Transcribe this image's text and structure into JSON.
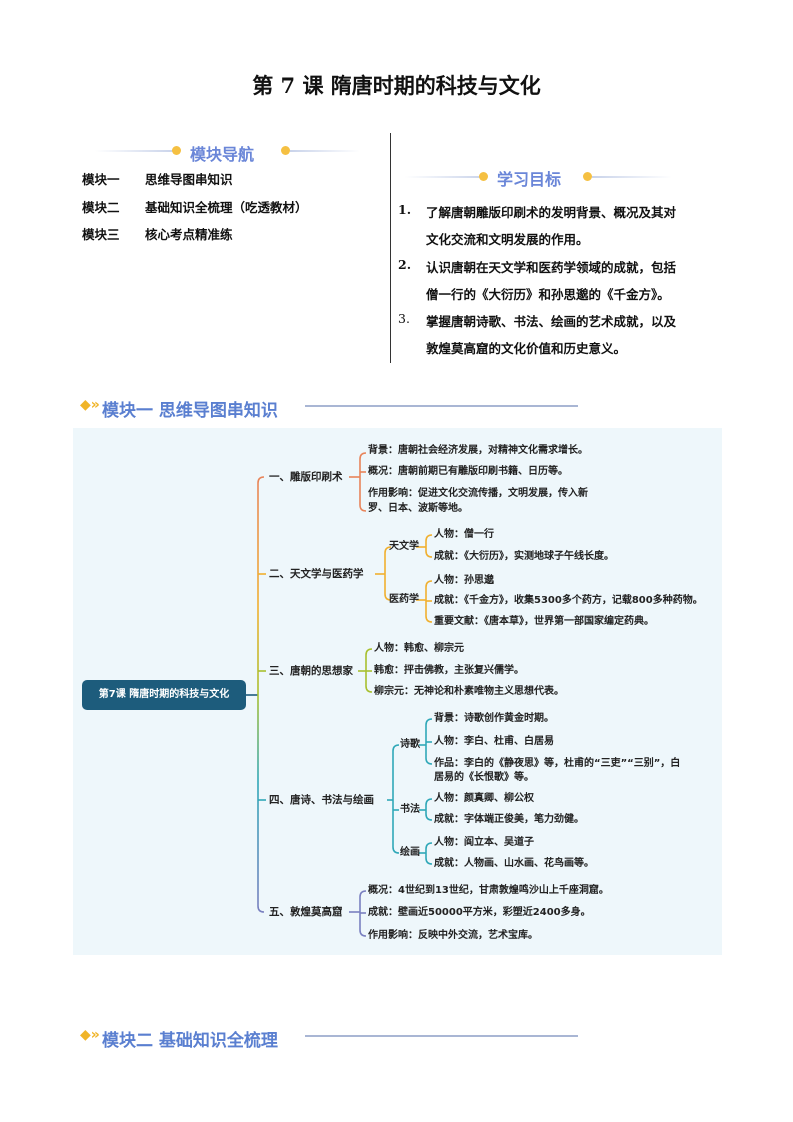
{
  "title": "第 7 课  隋唐时期的科技与文化",
  "nav": {
    "header": "模块导航",
    "items": [
      {
        "num": "模块一",
        "label": "思维导图串知识"
      },
      {
        "num": "模块二",
        "label": "基础知识全梳理（吃透教材）"
      },
      {
        "num": "模块三",
        "label": "核心考点精准练"
      }
    ]
  },
  "goals": {
    "header": "学习目标",
    "items": [
      {
        "num": "1.",
        "line1": "了解唐朝雕版印刷术的发明背景、概况及其对",
        "line2": "文化交流和文明发展的作用。"
      },
      {
        "num": "2.",
        "line1": "认识唐朝在天文学和医药学领域的成就，包括",
        "line2": "僧一行的《大衍历》和孙思邈的《千金方》。"
      },
      {
        "num": "3.",
        "line1": "掌握唐朝诗歌、书法、绘画的艺术成就，以及",
        "line2": "敦煌莫高窟的文化价值和历史意义。"
      }
    ]
  },
  "section1": {
    "icon": "diamond-arrow-icon",
    "title": "模块一 思维导图串知识"
  },
  "section2": {
    "icon": "diamond-arrow-icon",
    "title": "模块二 基础知识全梳理"
  },
  "mindmap": {
    "root": "第7课 隋唐时期的科技与文化",
    "b1": {
      "label": "一、雕版印刷术",
      "leaves": [
        "背景：唐朝社会经济发展，对精神文化需求增长。",
        "概况：唐朝前期已有雕版印刷书籍、日历等。",
        "作用影响：促进文化交流传播，文明发展，传入新",
        "罗、日本、波斯等地。"
      ]
    },
    "b2": {
      "label": "二、天文学与医药学",
      "s1": {
        "label": "天文学",
        "leaves": [
          "人物：僧一行",
          "成就：《大衍历》，实测地球子午线长度。"
        ]
      },
      "s2": {
        "label": "医药学",
        "leaves": [
          "人物：孙思邈",
          "成就：《千金方》，收集5300多个药方，记载800多种药物。",
          "重要文献：《唐本草》，世界第一部国家编定药典。"
        ]
      }
    },
    "b3": {
      "label": "三、唐朝的思想家",
      "leaves": [
        "人物：韩愈、柳宗元",
        "韩愈：抨击佛教，主张复兴儒学。",
        "柳宗元：无神论和朴素唯物主义思想代表。"
      ]
    },
    "b4": {
      "label": "四、唐诗、书法与绘画",
      "s1": {
        "label": "诗歌",
        "leaves": [
          "背景：诗歌创作黄金时期。",
          "人物：李白、杜甫、白居易",
          "作品：李白的《静夜思》等，杜甫的“三吏”“三别”，白",
          "居易的《长恨歌》等。"
        ]
      },
      "s2": {
        "label": "书法",
        "leaves": [
          "人物：颜真卿、柳公权",
          "成就：字体端正俊美，笔力劲健。"
        ]
      },
      "s3": {
        "label": "绘画",
        "leaves": [
          "人物：阎立本、吴道子",
          "成就：人物画、山水画、花鸟画等。"
        ]
      }
    },
    "b5": {
      "label": "五、敦煌莫高窟",
      "leaves": [
        "概况：4世纪到13世纪，甘肃敦煌鸣沙山上千座洞窟。",
        "成就：壁画近50000平方米，彩塑近2400多身。",
        "作用影响：反映中外交流，艺术宝库。"
      ]
    }
  },
  "colors": {
    "root": "#1d5c7c",
    "b1": "#e8845a",
    "b2": "#f0b030",
    "b3": "#a8c030",
    "b4": "#30a8b8",
    "b5": "#7a80c0"
  }
}
